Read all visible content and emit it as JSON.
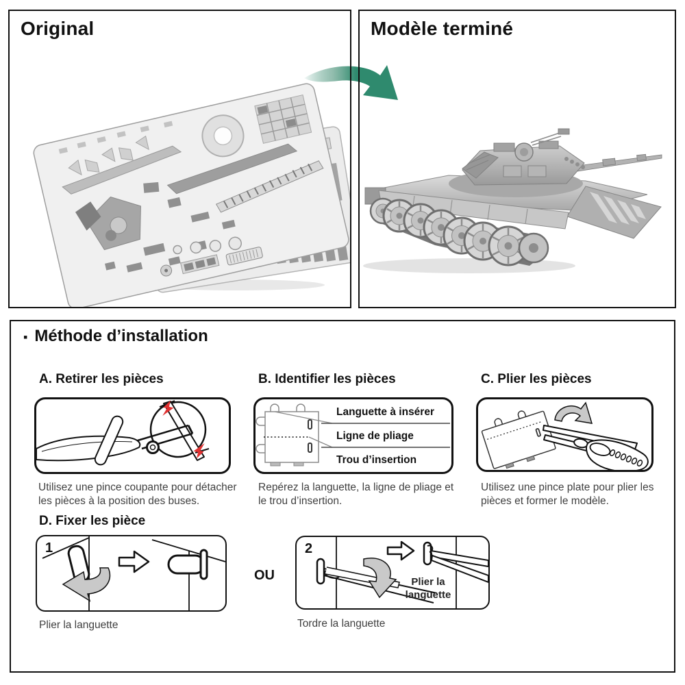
{
  "panels": {
    "original": {
      "title": "Original"
    },
    "finished": {
      "title": "Modèle terminé"
    }
  },
  "method": {
    "bullet": "▪",
    "title": "Méthode d’installation",
    "steps": {
      "a": {
        "heading": "A. Retirer les pièces",
        "caption": "Utilisez une pince coupante pour détacher les pièces à la position des buses."
      },
      "b": {
        "heading": "B. Identifier les pièces",
        "labels": [
          "Languette à insérer",
          "Ligne de pliage",
          "Trou d’insertion"
        ],
        "caption": "Repérez la languette, la ligne de pliage et le trou d’insertion."
      },
      "c": {
        "heading": "C. Plier les pièces",
        "caption": "Utilisez une pince plate pour plier les pièces et former le modèle."
      },
      "d": {
        "heading": "D. Fixer les pièce",
        "or_label": "OU",
        "option1": {
          "number": "1",
          "caption": "Plier la languette"
        },
        "option2": {
          "number": "2",
          "inner_label": "Plier la languette",
          "caption": "Tordre la languette"
        }
      }
    }
  },
  "colors": {
    "accent_green": "#2F8A6E",
    "spark_red": "#E03131",
    "fold_arrow_gray": "#C9C9C9",
    "ink": "#111111",
    "caption_gray": "#3F3F3F"
  },
  "icons": {
    "transform_arrow": "curved-arrow-down-right",
    "cut_spark": "lightning-bolt",
    "fold_arrow": "curved-gray-arrow",
    "next_arrow": "hollow-arrow-right"
  }
}
